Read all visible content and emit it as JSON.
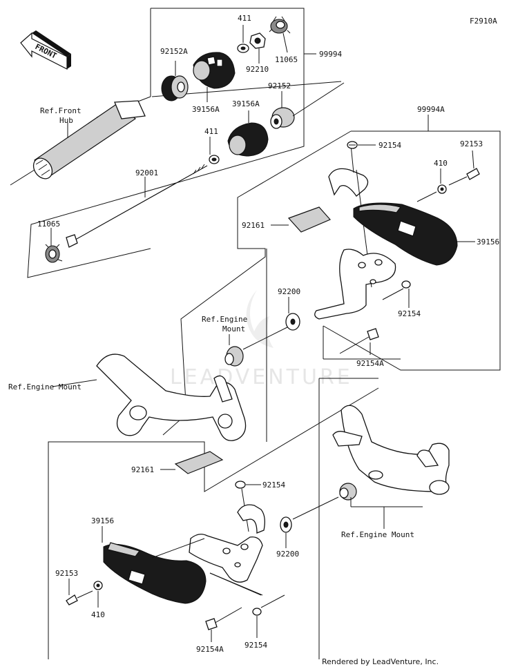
{
  "diagram_code": "F2910A",
  "front_arrow": "FRONT",
  "watermark": "LEADVENTURE",
  "credit": "Rendered by LeadVenture, Inc.",
  "labels": {
    "p411_top": "411",
    "p11065_top": "11065",
    "p92210": "92210",
    "p92152A": "92152A",
    "p99994": "99994",
    "p39156A_left": "39156A",
    "p39156A_right": "39156A",
    "p92152": "92152",
    "ref_front_hub_1": "Ref.Front",
    "ref_front_hub_2": "Hub",
    "p411_mid": "411",
    "p92001": "92001",
    "p11065_left": "11065",
    "p99994A": "99994A",
    "p92154_top": "92154",
    "p92153_right": "92153",
    "p410_right": "410",
    "p92161_upper": "92161",
    "p39156_right": "39156",
    "p92200_upper": "92200",
    "p92154_mid": "92154",
    "ref_engine_mount_upper_1": "Ref.Engine",
    "ref_engine_mount_upper_2": "Mount",
    "p92154A_upper": "92154A",
    "ref_engine_mount_left": "Ref.Engine Mount",
    "p92161_lower": "92161",
    "p92154_lower": "92154",
    "p39156_left": "39156",
    "p92200_lower": "92200",
    "ref_engine_mount_lower": "Ref.Engine Mount",
    "p92153_left": "92153",
    "p410_left": "410",
    "p92154A_lower": "92154A",
    "p92154_bottom": "92154"
  }
}
